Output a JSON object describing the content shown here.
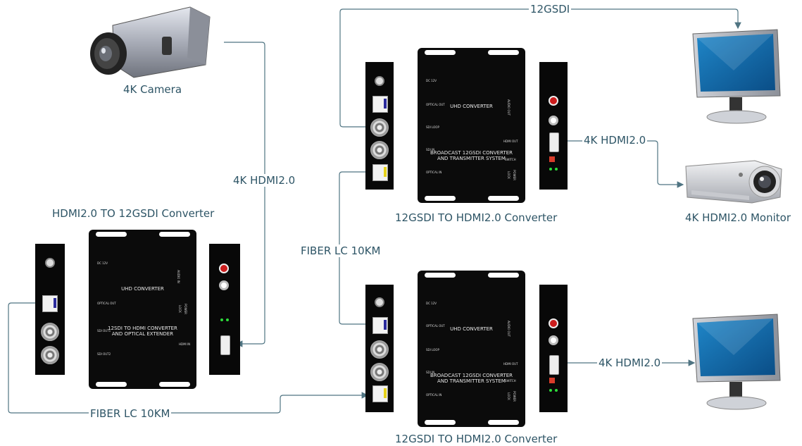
{
  "labels": {
    "camera": "4K Camera",
    "hdmi_cam": "4K HDMI2.0",
    "left_converter_title": "HDMI2.0 TO 12GSDI  Converter",
    "fiber_bottom": "FIBER LC 10KM",
    "fiber_mid": "FIBER LC 10KM",
    "sdi_top": "12GSDI",
    "top_right_converter": "12GSDI TO HDMI2.0 Converter",
    "bottom_right_converter": "12GSDI TO HDMI2.0 Converter",
    "hdmi_projector": "4K HDMI2.0",
    "hdmi_monitor_bottom": "4K HDMI2.0",
    "projector": "4K HDMI2.0 Monitor"
  },
  "units": {
    "left": {
      "heading": "UHD CONVERTER",
      "line1": "12SDI TO HDMI CONVERTER",
      "line2": "AND OPTICAL EXTENDER",
      "p_dc": "DC 12V",
      "p_opt": "OPTICAL OUT",
      "p_sdi1": "SDI OUT1",
      "p_sdi2": "SDI OUT2",
      "p_hdmi": "HDMI IN",
      "p_audio": "AUDIO IN",
      "p_lock": "LOCK",
      "p_power": "POWER"
    },
    "top": {
      "heading": "UHD CONVERTER",
      "line1": "BROADCAST 12GSDI CONVERTER",
      "line2": "AND TRANSMITTER SYSTEM",
      "p_dc": "DC 12V",
      "p_opt": "OPTICAL OUT",
      "p_loop": "SDI LOOP",
      "p_sdiin": "SDI IN",
      "p_optin": "OPTICAL IN",
      "p_hdmi": "HDMI OUT",
      "p_switch": "SWITCH",
      "p_audio": "AUDIO OUT",
      "p_lock": "LOCK",
      "p_power": "POWER"
    },
    "bottom": {
      "heading": "UHD CONVERTER",
      "line1": "BROADCAST 12GSDI CONVERTER",
      "line2": "AND TRANSMITTER SYSTEM",
      "p_dc": "DC 12V",
      "p_opt": "OPTICAL OUT",
      "p_loop": "SDI LOOP",
      "p_sdiin": "SDI IN",
      "p_optin": "OPTICAL IN",
      "p_hdmi": "HDMI OUT",
      "p_switch": "SWITCH",
      "p_audio": "AUDIO OUT",
      "p_lock": "LOCK",
      "p_power": "POWER"
    }
  },
  "colors": {
    "line": "#4f7482",
    "label": "#2e5566",
    "unit_body": "#0b0b0b",
    "led": "#2ddc3a"
  }
}
